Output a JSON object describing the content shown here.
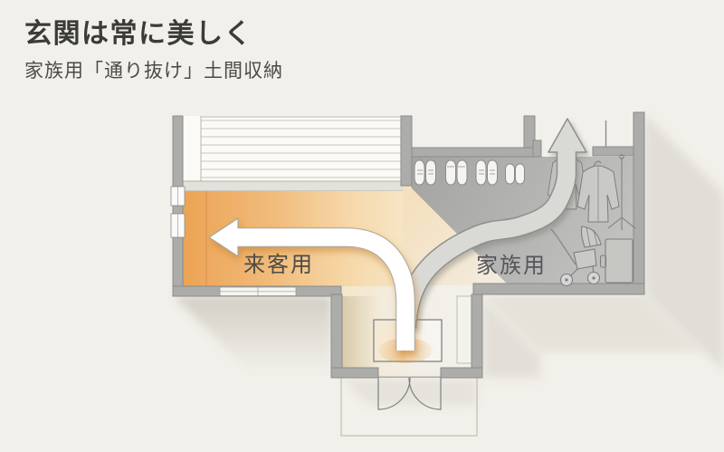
{
  "title": "玄関は常に美しく",
  "subtitle": "家族用「通り抜け」土間収納",
  "floor_plan": {
    "labels": {
      "guest_route": "来客用",
      "family_route": "家族用"
    },
    "colors": {
      "background": "#f2f0ea",
      "wall_fill": "#acacaa",
      "wall_stroke": "#8b8b89",
      "guest_floor_orange": "#eca354",
      "doma_floor_gray": "#b5b5b3",
      "wood_floor": "#fbfaf6",
      "guest_arrow_fill": "#ffffff",
      "family_arrow_fill": "#d9d9d6",
      "arrow_glow_orange": "#e29a3c",
      "label_text": "#4e4b45"
    },
    "icons": [
      "shoes-icon",
      "coat-rack-icon",
      "stroller-icon",
      "bag-icon",
      "entrance-double-door-icon",
      "window-icon",
      "sliding-door-icon",
      "wood-floor-texture",
      "guest-route-arrow",
      "family-route-arrow"
    ]
  }
}
